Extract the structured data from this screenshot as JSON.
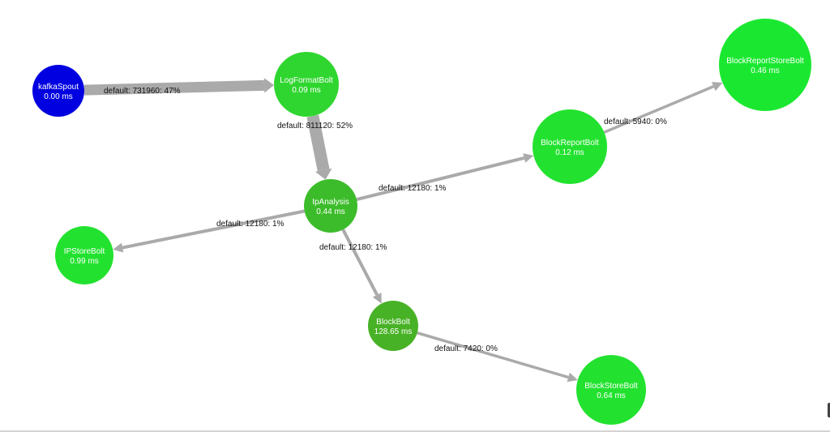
{
  "topology": {
    "nodes": [
      {
        "id": "kafkaSpout",
        "name": "kafkaSpout",
        "latency": "0.00 ms",
        "color": "#0000e0"
      },
      {
        "id": "LogFormatBolt",
        "name": "LogFormatBolt",
        "latency": "0.09 ms",
        "color": "#2fd62f"
      },
      {
        "id": "IpAnalysis",
        "name": "IpAnalysis",
        "latency": "0.44 ms",
        "color": "#3cbc2a"
      },
      {
        "id": "IPStoreBolt",
        "name": "IPStoreBolt",
        "latency": "0.99 ms",
        "color": "#22e22f"
      },
      {
        "id": "BlockBolt",
        "name": "BlockBolt",
        "latency": "128.65 ms",
        "color": "#48b226"
      },
      {
        "id": "BlockStoreBolt",
        "name": "BlockStoreBolt",
        "latency": "0.64 ms",
        "color": "#22e22f"
      },
      {
        "id": "BlockReportBolt",
        "name": "BlockReportBolt",
        "latency": "0.12 ms",
        "color": "#22e22f"
      },
      {
        "id": "BlockReportStoreBolt",
        "name": "BlockReportStoreBolt",
        "latency": "0.46 ms",
        "color": "#1ae830"
      }
    ],
    "edges": [
      {
        "from": "kafkaSpout",
        "to": "LogFormatBolt",
        "label": "default: 731960: 47%",
        "percent": 47
      },
      {
        "from": "LogFormatBolt",
        "to": "IpAnalysis",
        "label": "default: 811120: 52%",
        "percent": 52
      },
      {
        "from": "IpAnalysis",
        "to": "BlockReportBolt",
        "label": "default: 12180: 1%",
        "percent": 1
      },
      {
        "from": "IpAnalysis",
        "to": "IPStoreBolt",
        "label": "default: 12180: 1%",
        "percent": 1
      },
      {
        "from": "IpAnalysis",
        "to": "BlockBolt",
        "label": "default: 12180: 1%",
        "percent": 1
      },
      {
        "from": "BlockBolt",
        "to": "BlockStoreBolt",
        "label": "default: 7420: 0%",
        "percent": 0
      },
      {
        "from": "BlockReportBolt",
        "to": "BlockReportStoreBolt",
        "label": "default: 5940: 0%",
        "percent": 0
      }
    ]
  }
}
